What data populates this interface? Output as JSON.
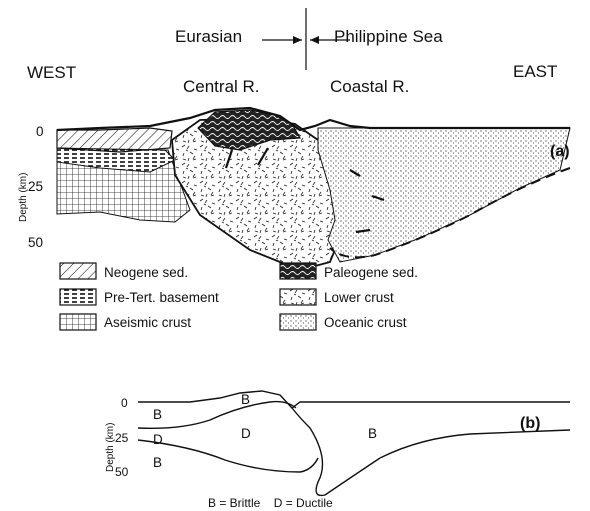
{
  "plate_labels": {
    "left": "Eurasian",
    "right": "Philippine Sea",
    "west": "WEST",
    "east": "EAST",
    "range_left": "Central R.",
    "range_right": "Coastal R."
  },
  "panel_a": {
    "tag": "(a)",
    "depth_axis_label": "Depth (km)",
    "depth_ticks": [
      "0",
      "25",
      "50"
    ],
    "legend": [
      {
        "label": "Neogene sed.",
        "pattern": "diagonal-hatch"
      },
      {
        "label": "Pre-Tert. basement",
        "pattern": "dense-dashed"
      },
      {
        "label": "Aseismic crust",
        "pattern": "grid"
      },
      {
        "label": "Paleogene sed.",
        "pattern": "dark-wavy"
      },
      {
        "label": "Lower crust",
        "pattern": "random-dashes"
      },
      {
        "label": "Oceanic crust",
        "pattern": "stipple"
      }
    ]
  },
  "panel_b": {
    "tag": "(b)",
    "depth_axis_label": "Depth (km)",
    "depth_ticks": [
      "0",
      "25",
      "50"
    ],
    "region_labels": [
      "B",
      "B",
      "D",
      "B",
      "D",
      "B"
    ],
    "legend_text": "B = Brittle    D = Ductile"
  },
  "colors": {
    "ink": "#111111",
    "paper": "#ffffff"
  }
}
